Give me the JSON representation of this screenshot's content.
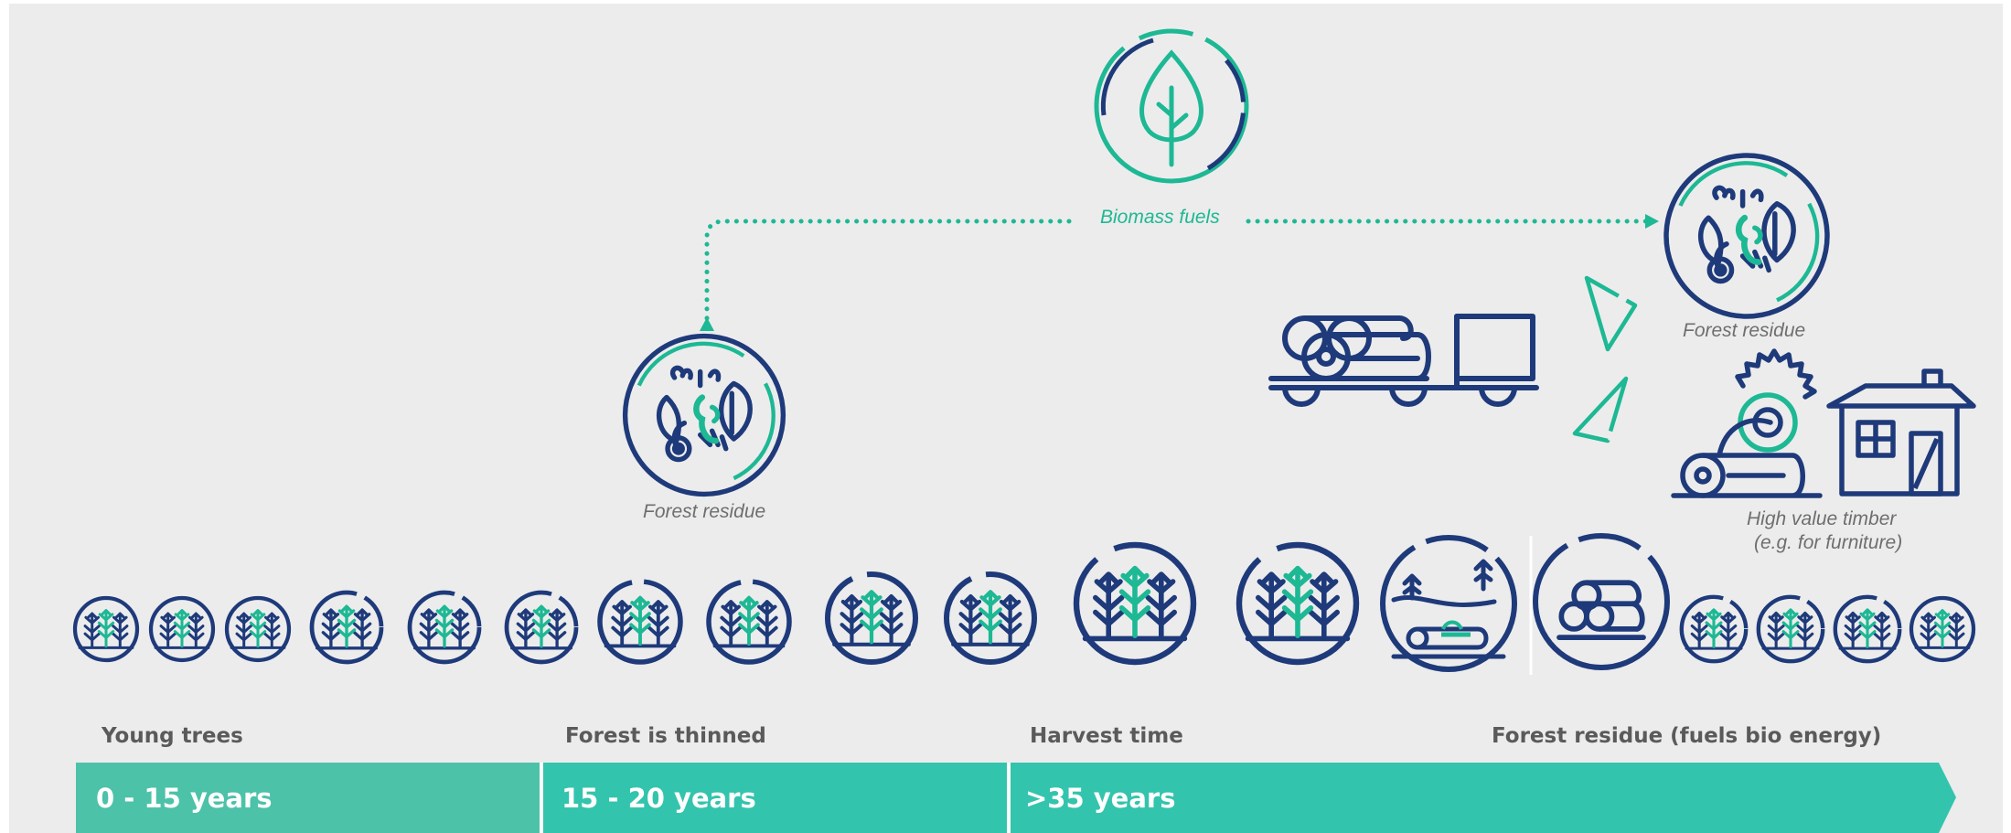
{
  "labels": {
    "biomass_fuels": "Biomass fuels",
    "forest_residue_left": "Forest residue",
    "forest_residue_right": "Forest residue",
    "high_value_timber_line1": "High value timber",
    "high_value_timber_line2": "(e.g. for furniture)"
  },
  "stages": [
    {
      "label": "Young trees",
      "years": "0 - 15 years"
    },
    {
      "label": "Forest is thinned",
      "years": "15 - 20 years"
    },
    {
      "label": "Harvest  time",
      "years": ">35 years"
    },
    {
      "label": "Forest residue (fuels bio energy)",
      "years": ""
    }
  ],
  "colors": {
    "navy": "#1e3a7a",
    "green": "#1db894",
    "teal_bar": "#33c4ad",
    "teal_bar_first": "#4cc2a8",
    "background": "#ececec"
  },
  "icons": [
    "leaf-drop-icon",
    "forest-residue-icon",
    "log-truck-icon",
    "saw-blade-icon",
    "house-icon",
    "tree-group-icon",
    "logs-icon",
    "arrow-triangle-icon"
  ]
}
